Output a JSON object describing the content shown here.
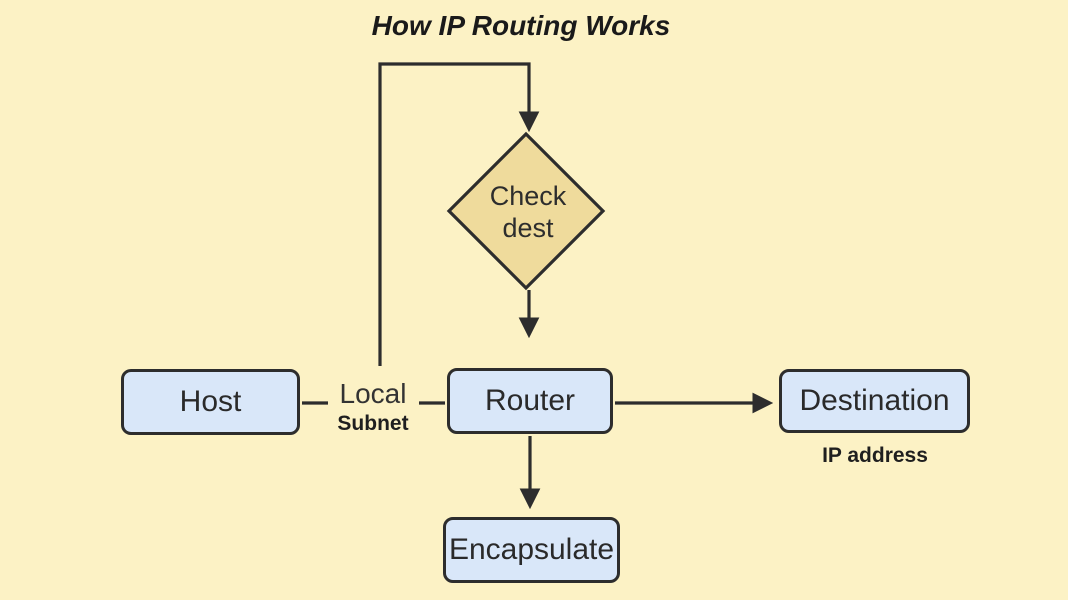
{
  "title": "How IP Routing Works",
  "nodes": {
    "check_dest": {
      "label": "Check dest",
      "shape": "diamond"
    },
    "host": {
      "label": "Host",
      "shape": "box"
    },
    "router": {
      "label": "Router",
      "shape": "box"
    },
    "destination": {
      "label": "Destination",
      "shape": "box"
    },
    "encapsulate": {
      "label": "Encapsulate",
      "shape": "box"
    }
  },
  "annotations": {
    "local": "Local",
    "subnet": "Subnet",
    "ip_address": "IP address"
  },
  "edges": [
    {
      "from": "local-subnet",
      "to": "check-dest",
      "arrow": true
    },
    {
      "from": "check-dest",
      "to": "router",
      "arrow": true
    },
    {
      "from": "host",
      "to": "local-subnet",
      "arrow": false
    },
    {
      "from": "local-subnet",
      "to": "router",
      "arrow": false
    },
    {
      "from": "router",
      "to": "destination",
      "arrow": true
    },
    {
      "from": "router",
      "to": "encapsulate",
      "arrow": true
    }
  ],
  "colors": {
    "background": "#FCF2C5",
    "node_fill": "#D9E7F9",
    "diamond_fill": "#EFDB9C",
    "stroke": "#2d2d2d",
    "text": "#2a2a2a"
  }
}
